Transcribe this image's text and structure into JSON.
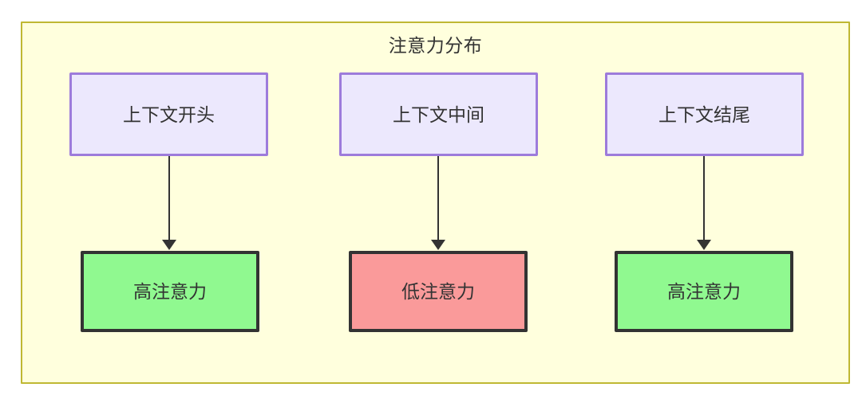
{
  "diagram": {
    "type": "flowchart",
    "subgraph": {
      "title": "注意力分布",
      "background_color": "#ffffdd",
      "border_color": "#bfb833"
    },
    "nodes": [
      {
        "id": "ctx-start",
        "label": "上下文开头",
        "row": "top",
        "column": 1,
        "fill_color": "#ece8fd",
        "border_color": "#9d7bdb"
      },
      {
        "id": "ctx-middle",
        "label": "上下文中间",
        "row": "top",
        "column": 2,
        "fill_color": "#ece8fd",
        "border_color": "#9d7bdb"
      },
      {
        "id": "ctx-end",
        "label": "上下文结尾",
        "row": "top",
        "column": 3,
        "fill_color": "#ece8fd",
        "border_color": "#9d7bdb"
      },
      {
        "id": "attn-high-1",
        "label": "高注意力",
        "row": "bottom",
        "column": 1,
        "fill_color": "#90f990",
        "border_color": "#333333"
      },
      {
        "id": "attn-low",
        "label": "低注意力",
        "row": "bottom",
        "column": 2,
        "fill_color": "#fa9a9a",
        "border_color": "#333333"
      },
      {
        "id": "attn-high-2",
        "label": "高注意力",
        "row": "bottom",
        "column": 3,
        "fill_color": "#90f990",
        "border_color": "#333333"
      }
    ],
    "edges": [
      {
        "from": "ctx-start",
        "to": "attn-high-1",
        "arrow": "down",
        "color": "#333333"
      },
      {
        "from": "ctx-middle",
        "to": "attn-low",
        "arrow": "down",
        "color": "#333333"
      },
      {
        "from": "ctx-end",
        "to": "attn-high-2",
        "arrow": "down",
        "color": "#333333"
      }
    ]
  }
}
